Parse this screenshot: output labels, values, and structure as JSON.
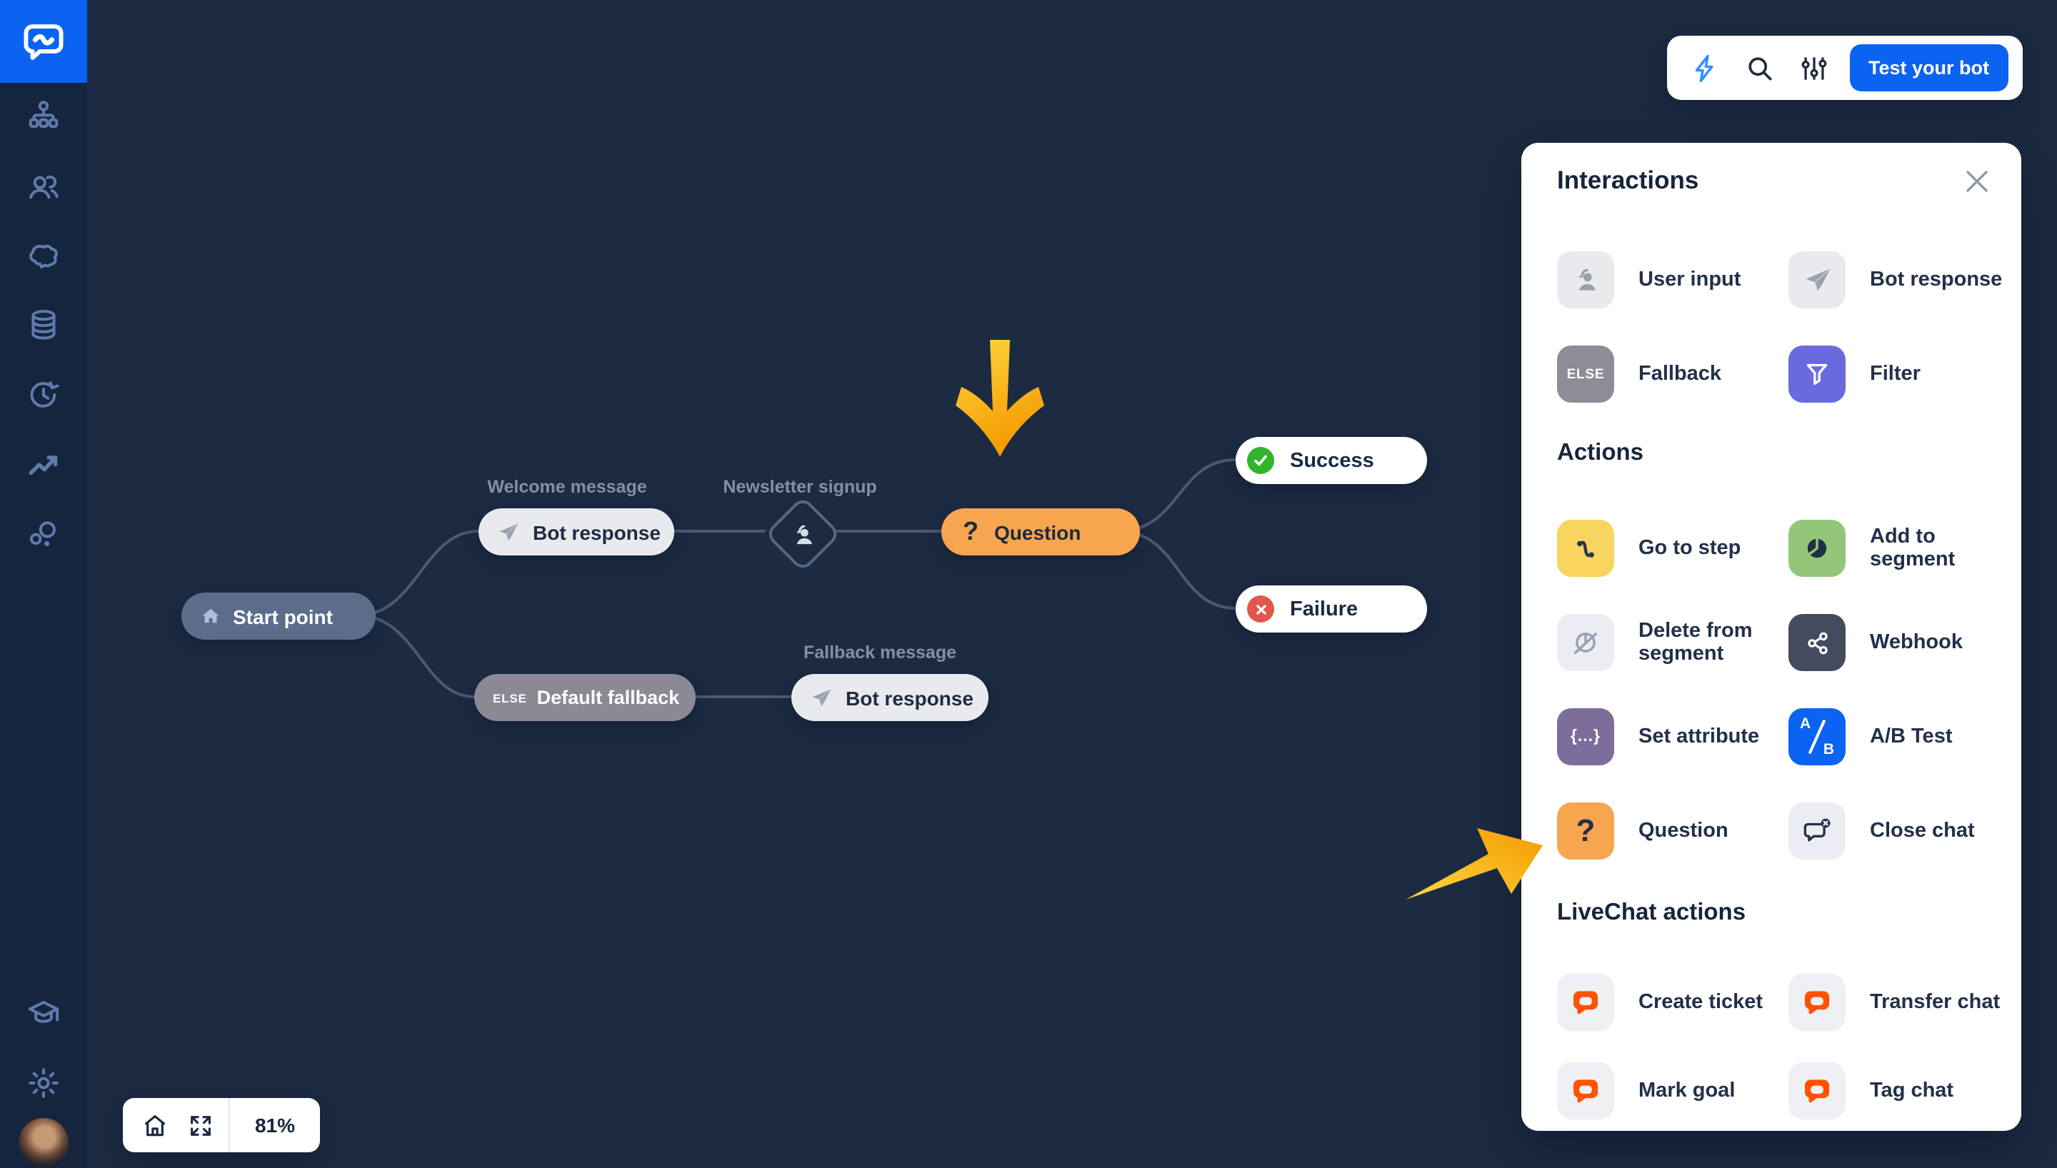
{
  "toolbar": {
    "test_bot_button": "Test your bot"
  },
  "sidebar": {
    "icon_names": [
      "chatbot-logo",
      "flows",
      "audience",
      "ai-brain",
      "database",
      "history",
      "analytics",
      "integrations",
      "academy",
      "settings",
      "avatar"
    ]
  },
  "panel": {
    "title": "Interactions",
    "interactions": [
      {
        "label": "User input"
      },
      {
        "label": "Bot response"
      },
      {
        "label": "Fallback"
      },
      {
        "label": "Filter"
      }
    ],
    "actions_heading": "Actions",
    "actions": [
      {
        "label": "Go to step"
      },
      {
        "label": "Add to segment"
      },
      {
        "label": "Delete from segment"
      },
      {
        "label": "Webhook"
      },
      {
        "label": "Set attribute"
      },
      {
        "label": "A/B Test"
      },
      {
        "label": "Question"
      },
      {
        "label": "Close chat"
      }
    ],
    "livechat_heading": "LiveChat actions",
    "livechat_actions": [
      {
        "label": "Create ticket"
      },
      {
        "label": "Transfer chat"
      },
      {
        "label": "Mark goal"
      },
      {
        "label": "Tag chat"
      }
    ]
  },
  "glyphs": {
    "else": "ELSE",
    "set_attribute": "{...}",
    "question": "?",
    "ab_a": "A",
    "ab_b": "B"
  },
  "flow": {
    "start": {
      "label": "Start point"
    },
    "welcome_caption": "Welcome message",
    "welcome_bot": {
      "label": "Bot response"
    },
    "newsletter_caption": "Newsletter signup",
    "question": {
      "label": "Question"
    },
    "success": {
      "label": "Success"
    },
    "failure": {
      "label": "Failure"
    },
    "fallback": {
      "badge": "ELSE",
      "label": "Default fallback"
    },
    "fallback_caption": "Fallback message",
    "fallback_bot": {
      "label": "Bot response"
    }
  },
  "zoom_controls": {
    "value": "81%"
  },
  "colors": {
    "canvas": "#1C2B42",
    "sidebar": "#15253E",
    "logo_blue": "#0B63F2",
    "accent_blue": "#0B63F2",
    "question_orange": "#F7A54E",
    "success_green": "#2FB52B",
    "failure_red": "#E2574B",
    "filter_indigo": "#6A6ADF",
    "goto_yellow": "#F8D55F",
    "segment_green": "#93C679",
    "webhook_slate": "#454B5E",
    "attribute_purple": "#7C6D9B",
    "livechat_orange": "#FF5200",
    "arrow_yellow": "#FFC93C",
    "connector": "#4B5971"
  }
}
